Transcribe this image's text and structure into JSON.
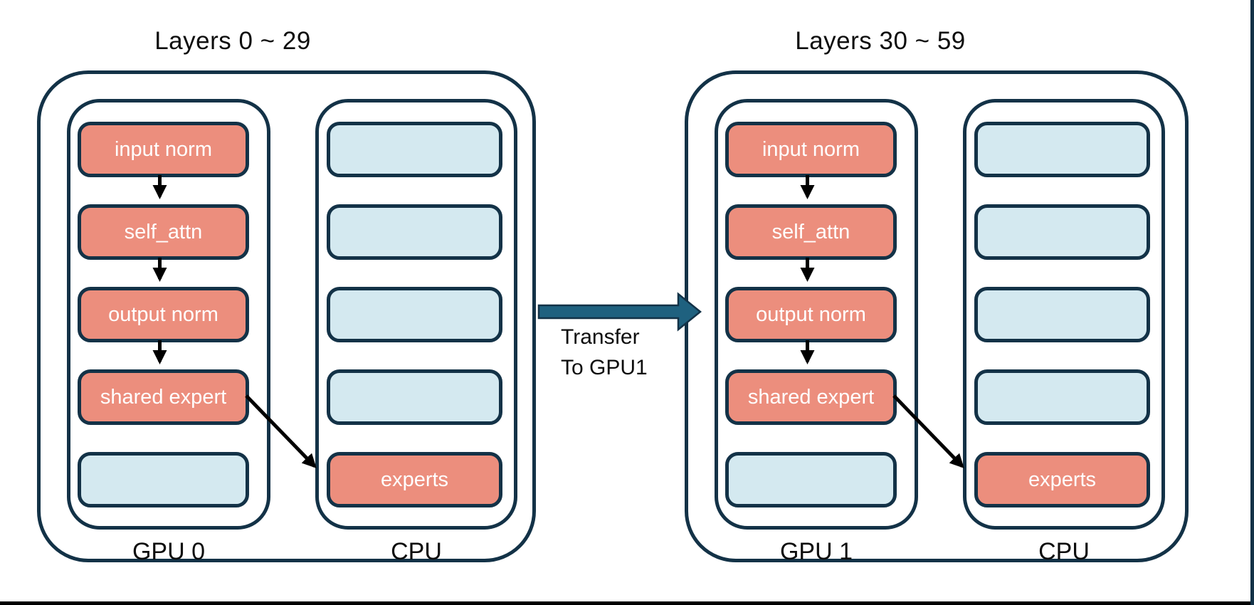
{
  "colors": {
    "border_navy": "#133247",
    "salmon": "#EC8E7D",
    "light_blue": "#D4E9F0",
    "transfer_teal": "#1F617F",
    "arrow_black": "#000000",
    "text_dark": "#0d0d0d",
    "text_white": "#ffffff",
    "background": "#ffffff",
    "edge_line": "#000000"
  },
  "groups": [
    {
      "title": "Layers 0 ~ 29",
      "gpu": {
        "label": "GPU 0",
        "boxes": [
          "input norm",
          "self_attn",
          "output norm",
          "shared expert"
        ]
      },
      "cpu": {
        "label": "CPU",
        "expert_box": "experts"
      }
    },
    {
      "title": "Layers 30 ~ 59",
      "gpu": {
        "label": "GPU 1",
        "boxes": [
          "input norm",
          "self_attn",
          "output norm",
          "shared expert"
        ]
      },
      "cpu": {
        "label": "CPU",
        "expert_box": "experts"
      }
    }
  ],
  "transfer": {
    "line1": "Transfer",
    "line2": "To GPU1"
  }
}
